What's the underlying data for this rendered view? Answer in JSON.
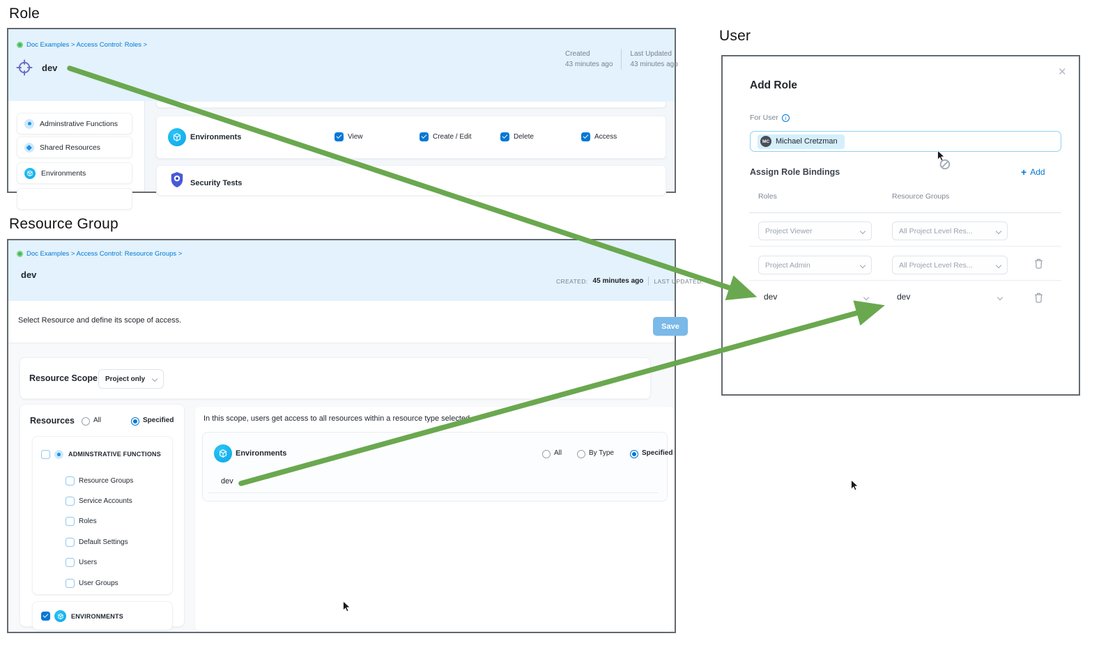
{
  "colors": {
    "accent": "#0278d5",
    "arrow-green": "#6aa84f",
    "header-blue": "#e3f2fc",
    "env-cyan": "#0bb5f0",
    "panel-border": "#63696f",
    "link-blue": "#0278d5",
    "muted": "#77828c",
    "text": "#22272f",
    "shield-blue": "#4859d8",
    "crosshair-purple": "#6a6fc9",
    "breadcrumb-green": "#3fba54",
    "save-blue": "#7ab9e8"
  },
  "glyphs": {
    "close": "✕",
    "plus": "+",
    "info": "i"
  },
  "role": {
    "section_title": "Role",
    "breadcrumb": "Doc Examples > Access Control: Roles >",
    "name": "dev",
    "meta": {
      "created_label": "Created",
      "created_value": "43 minutes ago",
      "updated_label": "Last Updated",
      "updated_value": "43 minutes ago"
    },
    "sidebar": [
      {
        "label": "Adminstrative Functions"
      },
      {
        "label": "Shared Resources"
      },
      {
        "label": "Environments"
      }
    ],
    "permissions_row": {
      "label": "Environments",
      "options": [
        {
          "label": "View",
          "checked": true
        },
        {
          "label": "Create / Edit",
          "checked": true
        },
        {
          "label": "Delete",
          "checked": true
        },
        {
          "label": "Access",
          "checked": true
        }
      ]
    },
    "next_row_label": "Security Tests"
  },
  "resource_group": {
    "section_title": "Resource Group",
    "breadcrumb": "Doc Examples > Access Control: Resource Groups >",
    "name": "dev",
    "meta": {
      "created_label": "CREATED:",
      "created_value": "45 minutes ago",
      "updated_label": "LAST UPDATED:"
    },
    "subtitle": "Select Resource and define its scope of access.",
    "save_button": "Save",
    "resource_scope": {
      "label": "Resource Scope",
      "value": "Project only"
    },
    "resources": {
      "label": "Resources",
      "radios": [
        {
          "label": "All",
          "selected": false
        },
        {
          "label": "Specified",
          "selected": true
        }
      ],
      "admin_group": {
        "label": "ADMINSTRATIVE FUNCTIONS",
        "checked": false,
        "children": [
          {
            "label": "Resource Groups",
            "checked": false
          },
          {
            "label": "Service Accounts",
            "checked": false
          },
          {
            "label": "Roles",
            "checked": false
          },
          {
            "label": "Default Settings",
            "checked": false
          },
          {
            "label": "Users",
            "checked": false
          },
          {
            "label": "User Groups",
            "checked": false
          }
        ]
      },
      "env_group": {
        "label": "ENVIRONMENTS",
        "checked": true
      }
    },
    "scope": {
      "description": "In this scope, users get access to all resources within a resource type selected",
      "row_label": "Environments",
      "radios": [
        {
          "label": "All",
          "selected": false
        },
        {
          "label": "By Type",
          "selected": false
        },
        {
          "label": "Specified",
          "selected": true
        }
      ],
      "item": "dev"
    }
  },
  "user": {
    "section_title": "User",
    "modal_title": "Add Role",
    "for_user_label": "For User",
    "chip": {
      "initials": "MC",
      "name": "Michael Cretzman"
    },
    "bindings_label": "Assign Role Bindings",
    "add_label": "Add",
    "columns": {
      "roles": "Roles",
      "resource_groups": "Resource Groups"
    },
    "rows": [
      {
        "role": "Project Viewer",
        "resource_group": "All Project Level Res..."
      },
      {
        "role": "Project Admin",
        "resource_group": "All Project Level Res..."
      },
      {
        "role": "dev",
        "resource_group": "dev"
      }
    ]
  }
}
